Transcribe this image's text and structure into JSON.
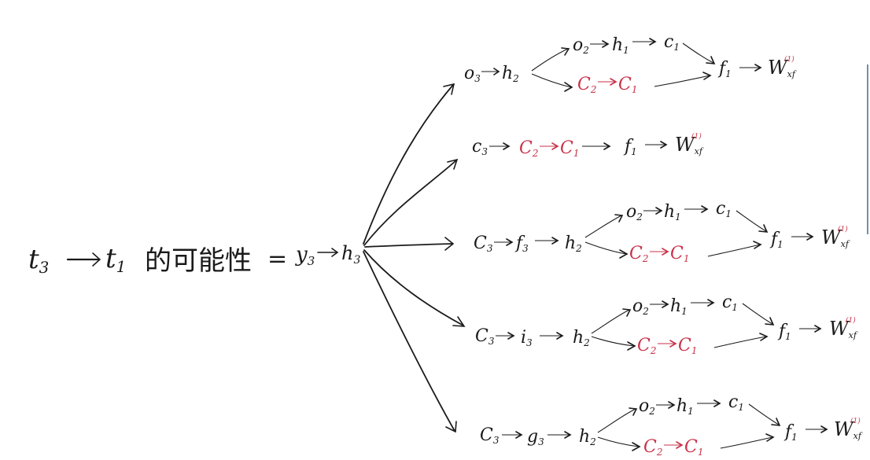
{
  "root": {
    "lhs": {
      "t_main": "t",
      "t_sub": "3",
      "target_main": "t",
      "target_sub": "1",
      "phrase": "的可能性",
      "equals": "="
    },
    "rhs": {
      "y_main": "y",
      "y_sub": "3",
      "h_main": "h",
      "h_sub": "3"
    }
  },
  "branches": [
    {
      "start": {
        "main": "o",
        "sub": "3"
      },
      "chain": [
        {
          "main": "h",
          "sub": "2"
        }
      ],
      "upper": [
        {
          "main": "o",
          "sub": "2"
        },
        {
          "main": "h",
          "sub": "1"
        },
        {
          "main": "c",
          "sub": "1"
        }
      ],
      "lower": [
        {
          "main": "C",
          "sub": "2"
        },
        {
          "main": "C",
          "sub": "1"
        }
      ],
      "f": {
        "main": "f",
        "sub": "1"
      },
      "w": {
        "main": "W",
        "sub": "xf",
        "sup": "(1)"
      }
    },
    {
      "start": {
        "main": "c",
        "sub": "3"
      },
      "chain": [],
      "lower": [
        {
          "main": "C",
          "sub": "2"
        },
        {
          "main": "C",
          "sub": "1"
        }
      ],
      "f": {
        "main": "f",
        "sub": "1"
      },
      "w": {
        "main": "W",
        "sub": "xf",
        "sup": "(1)"
      }
    },
    {
      "start": {
        "main": "C",
        "sub": "3"
      },
      "chain": [
        {
          "main": "f",
          "sub": "3"
        },
        {
          "main": "h",
          "sub": "2"
        }
      ],
      "upper": [
        {
          "main": "o",
          "sub": "2"
        },
        {
          "main": "h",
          "sub": "1"
        },
        {
          "main": "c",
          "sub": "1"
        }
      ],
      "lower": [
        {
          "main": "C",
          "sub": "2"
        },
        {
          "main": "C",
          "sub": "1"
        }
      ],
      "f": {
        "main": "f",
        "sub": "1"
      },
      "w": {
        "main": "W",
        "sub": "xf",
        "sup": "(1)"
      }
    },
    {
      "start": {
        "main": "C",
        "sub": "3"
      },
      "chain": [
        {
          "main": "i",
          "sub": "3"
        },
        {
          "main": "h",
          "sub": "2"
        }
      ],
      "upper": [
        {
          "main": "o",
          "sub": "2"
        },
        {
          "main": "h",
          "sub": "1"
        },
        {
          "main": "c",
          "sub": "1"
        }
      ],
      "lower": [
        {
          "main": "C",
          "sub": "2"
        },
        {
          "main": "C",
          "sub": "1"
        }
      ],
      "f": {
        "main": "f",
        "sub": "1"
      },
      "w": {
        "main": "W",
        "sub": "xf",
        "sup": "(1)"
      }
    },
    {
      "start": {
        "main": "C",
        "sub": "3"
      },
      "chain": [
        {
          "main": "g",
          "sub": "3"
        },
        {
          "main": "h",
          "sub": "2"
        }
      ],
      "upper": [
        {
          "main": "o",
          "sub": "2"
        },
        {
          "main": "h",
          "sub": "1"
        },
        {
          "main": "c",
          "sub": "1"
        }
      ],
      "lower": [
        {
          "main": "C",
          "sub": "2"
        },
        {
          "main": "C",
          "sub": "1"
        }
      ],
      "f": {
        "main": "f",
        "sub": "1"
      },
      "w": {
        "main": "W",
        "sub": "xf",
        "sup": "(1)"
      }
    }
  ],
  "colors": {
    "ink": "#1a1a1a",
    "red_ink": "#c8334a",
    "paper": "#ffffff"
  }
}
